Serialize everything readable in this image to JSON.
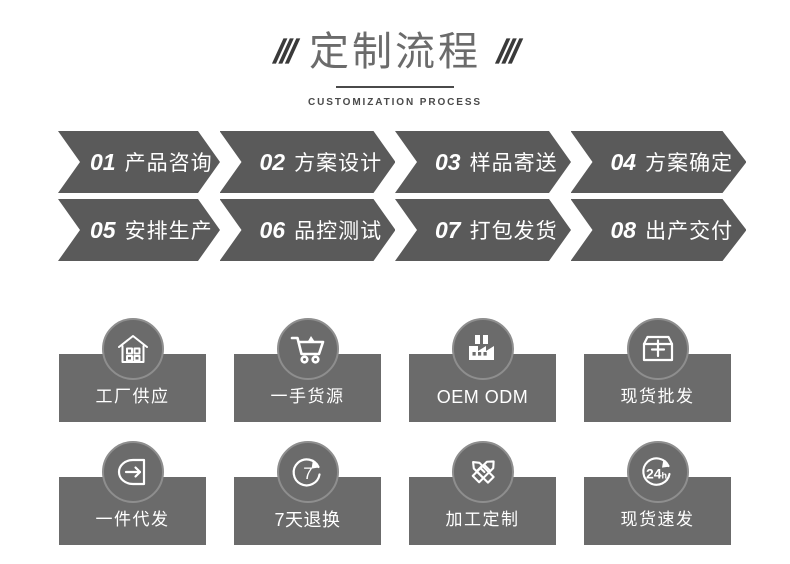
{
  "header": {
    "slash_left": "///",
    "slash_right": "///",
    "title": "定制流程",
    "subtitle": "CUSTOMIZATION PROCESS"
  },
  "process": {
    "rows": [
      [
        {
          "num": "01",
          "label": "产品咨询"
        },
        {
          "num": "02",
          "label": "方案设计"
        },
        {
          "num": "03",
          "label": "样品寄送"
        },
        {
          "num": "04",
          "label": "方案确定"
        }
      ],
      [
        {
          "num": "05",
          "label": "安排生产"
        },
        {
          "num": "06",
          "label": "品控测试"
        },
        {
          "num": "07",
          "label": "打包发货"
        },
        {
          "num": "08",
          "label": "出产交付"
        }
      ]
    ]
  },
  "features": {
    "rows": [
      [
        {
          "icon": "factory-house-icon",
          "label": "工厂供应"
        },
        {
          "icon": "shopping-cart-icon",
          "label": "一手货源"
        },
        {
          "icon": "factory-chimney-icon",
          "label": "OEM ODM"
        },
        {
          "icon": "open-box-icon",
          "label": "现货批发"
        }
      ],
      [
        {
          "icon": "box-arrow-out-icon",
          "label": "一件代发"
        },
        {
          "icon": "seven-day-return-icon",
          "label": "7天退换"
        },
        {
          "icon": "pencil-ruler-icon",
          "label": "加工定制"
        },
        {
          "icon": "twentyfour-hour-icon",
          "label": "现货速发"
        }
      ]
    ]
  },
  "colors": {
    "background": "#ffffff",
    "chevron_gray": "#5a5a5a",
    "badge_gray": "#6b6b6b",
    "badge_ring": "#8e8e8e",
    "title_gray": "#6b6b6b",
    "subtitle_gray": "#4a4a4a"
  }
}
